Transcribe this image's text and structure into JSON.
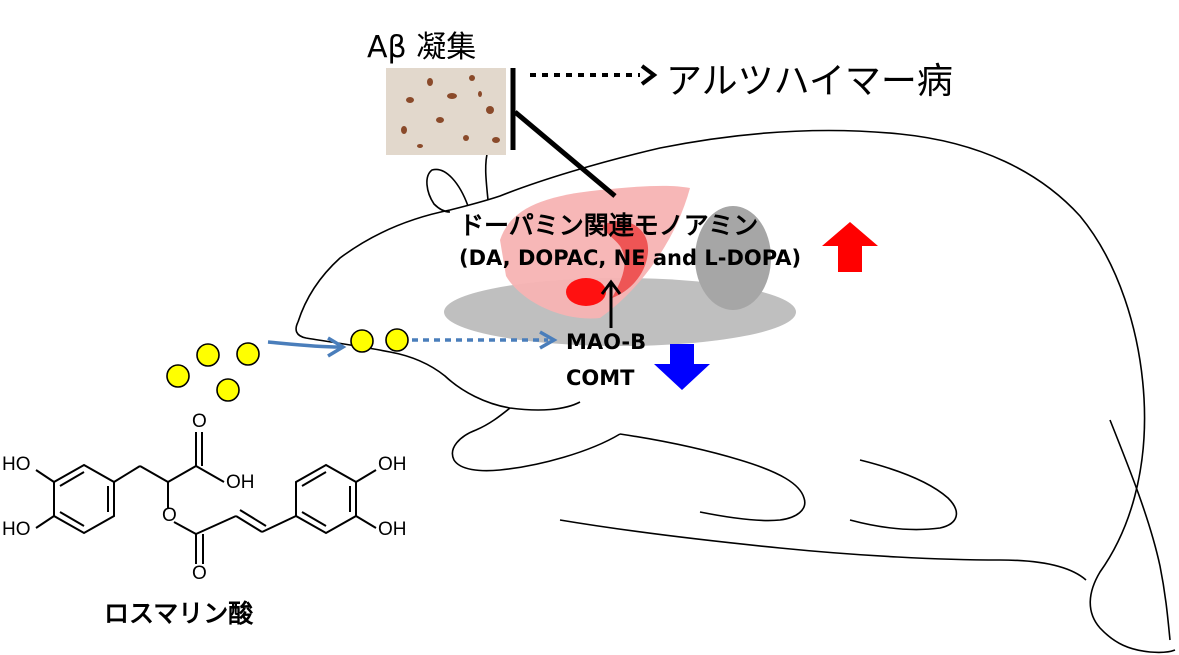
{
  "labels": {
    "abeta": "Aβ 凝集",
    "alzheimers": "アルツハイマー病",
    "dopamine_monoamines": "ドーパミン関連モノアミン",
    "monoamine_list": "(DA, DOPAC, NE and L-DOPA)",
    "mao_b": "MAO-B",
    "comt": "COMT",
    "compound_name": "ロスマリン酸"
  },
  "chem_labels": {
    "ho_top": "HO",
    "ho_bottom": "HO",
    "oh_right_top": "OH",
    "oh_right_bottom": "OH",
    "o_acid_top": "O",
    "oh_acid": "OH",
    "o_ester": "O",
    "o_carbonyl": "O"
  },
  "colors": {
    "increase_arrow": "#ff0000",
    "decrease_arrow": "#0000ff",
    "compound_dots": "#ffff00",
    "flow_arrow": "#4a7ebb",
    "brain_region": "#f7b3b3"
  },
  "icons": {
    "up": "red-up-arrow-icon",
    "down": "blue-down-arrow-icon"
  }
}
